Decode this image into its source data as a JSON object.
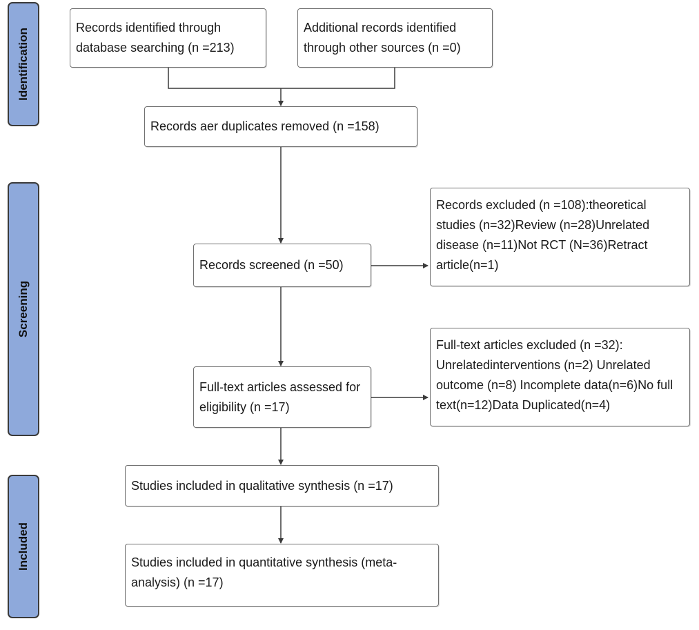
{
  "phases": {
    "identification": "Identification",
    "screening": "Screening",
    "included": "Included"
  },
  "boxes": {
    "database_records": "Records identified through database searching (n =213)",
    "other_records": "Additional records identified through other sources (n =0)",
    "after_duplicates": "Records aer duplicates removed (n =158)",
    "screened": "Records screened (n =50)",
    "excluded": "Records excluded (n =108):theoretical studies (n=32)Review (n=28)Unrelated disease (n=11)Not RCT (N=36)Retract article(n=1)",
    "fulltext_assessed": "Full-text articles assessed for eligibility (n =17)",
    "fulltext_excluded": "Full-text articles excluded (n =32): Unrelatedinterventions (n=2) Unrelated outcome (n=8) Incomplete data(n=6)No full text(n=12)Data Duplicated(n=4)",
    "qualitative": "Studies included in qualitative synthesis (n =17)",
    "quantitative": "Studies included in quantitative synthesis (meta-analysis) (n =17)"
  },
  "colors": {
    "phase_fill": "#8ea9db",
    "box_border": "#707070",
    "connector": "#3a3a3a"
  }
}
